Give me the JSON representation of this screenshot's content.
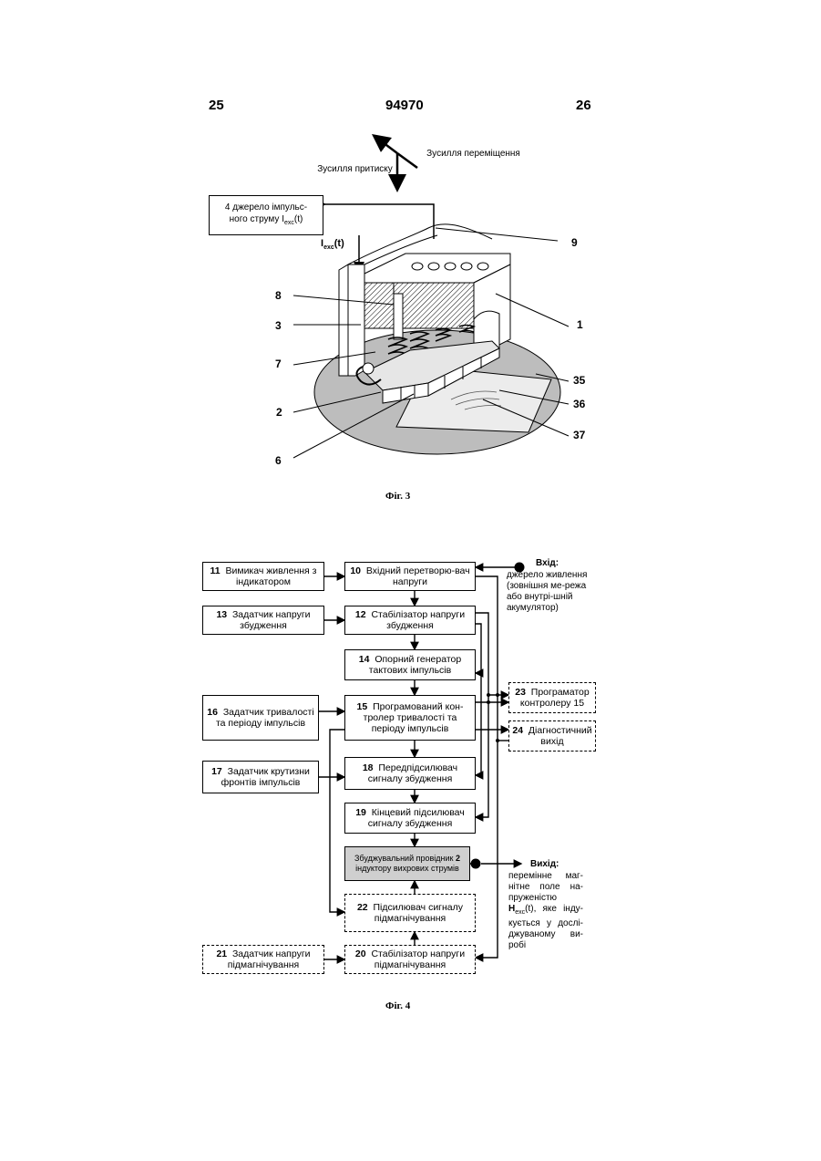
{
  "header": {
    "left": "25",
    "center": "94970",
    "right": "26"
  },
  "fig3": {
    "caption": "Фіг. 3",
    "force_press": "Зусилля притиску",
    "force_move": "Зусилля переміщення",
    "source_box_line1": "4  джерело імпульс-",
    "source_box_line2": "ного струму I",
    "source_box_sub": "exc",
    "source_box_tail": "(t)",
    "current_label": "I",
    "current_sub": "exc",
    "current_tail": "(t)",
    "callouts": [
      "9",
      "8",
      "1",
      "3",
      "7",
      "35",
      "36",
      "2",
      "37",
      "6"
    ]
  },
  "fig4": {
    "caption": "Фіг. 4",
    "blocks": {
      "b11": {
        "num": "11",
        "text": "Вимикач живлення з індикатором"
      },
      "b10": {
        "num": "10",
        "text": "Вхідний перетворю-вач напруги"
      },
      "b13": {
        "num": "13",
        "text": "Задатчик напруги збудження"
      },
      "b12": {
        "num": "12",
        "text": "Стабілізатор напруги збудження"
      },
      "b14": {
        "num": "14",
        "text": "Опорний генератор тактових імпульсів"
      },
      "b16": {
        "num": "16",
        "text": "Задатчик тривалості та періоду імпульсів"
      },
      "b15": {
        "num": "15",
        "text": "Програмований кон-тролер тривалості та періоду імпульсів"
      },
      "b23": {
        "num": "23",
        "text": "Програматор контролеру 15"
      },
      "b24": {
        "num": "24",
        "text": "Діагностичний вихід"
      },
      "b17": {
        "num": "17",
        "text": "Задатчик крутизни фронтів імпульсів"
      },
      "b18": {
        "num": "18",
        "text": "Передпідсилювач сигналу збудження"
      },
      "b19": {
        "num": "19",
        "text": "Кінцевий підсилювач сигналу збудження"
      },
      "b2": {
        "text": "Збуджувальний провідник",
        "num": "2",
        "text2": "індуктору вихрових струмів"
      },
      "b22": {
        "num": "22",
        "text": "Підсилювач сигналу підмагнічування"
      },
      "b21": {
        "num": "21",
        "text": "Задатчик напруги підмагнічування"
      },
      "b20": {
        "num": "20",
        "text": "Стабілізатор напруги підмагнічування"
      }
    },
    "input_title": "Вхід:",
    "input_text": "джерело живлення (зовнішня ме-режа або внутрі-шній акумулятор)",
    "output_title": "Вихід:",
    "output_text_1": "перемінне маг-нітне поле на-пруженістю",
    "output_H": "H",
    "output_H_sub": "exc",
    "output_text_2": "(t), яке інду-кується у дослі-джуваному ви-робі"
  }
}
